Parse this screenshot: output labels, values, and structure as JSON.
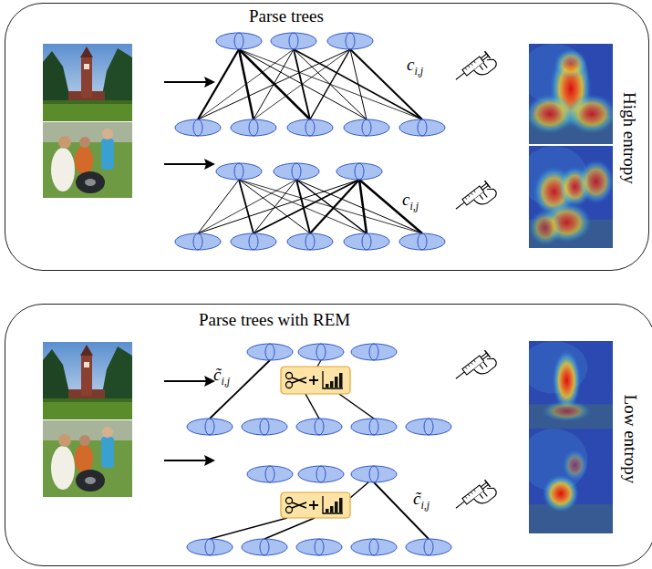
{
  "diagram": {
    "nodes": [
      {
        "text": [
          "Parse trees",
          "High entropy"
        ]
      },
      {
        "text": [
          "Parse trees with REM",
          "Low entropy"
        ]
      }
    ],
    "labels": [
      "ci,j",
      "ci,j",
      "c̃i,j",
      "c̃i,j"
    ]
  }
}
